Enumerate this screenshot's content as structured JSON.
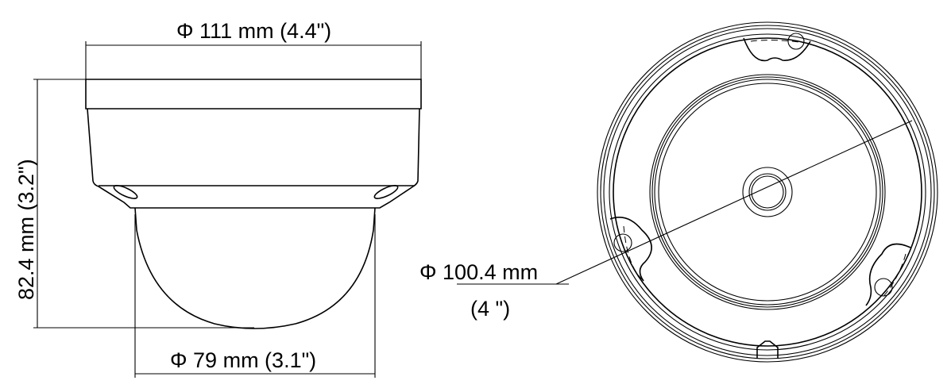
{
  "side_view": {
    "top_width_label": "Φ  111 mm (4.4\")",
    "height_label": "82.4 mm (3.2\")",
    "dome_width_label": "Φ  79 mm (3.1\")"
  },
  "bottom_view": {
    "diameter_label": "Φ  100.4 mm",
    "diameter_inch_label": "(4 \")"
  }
}
